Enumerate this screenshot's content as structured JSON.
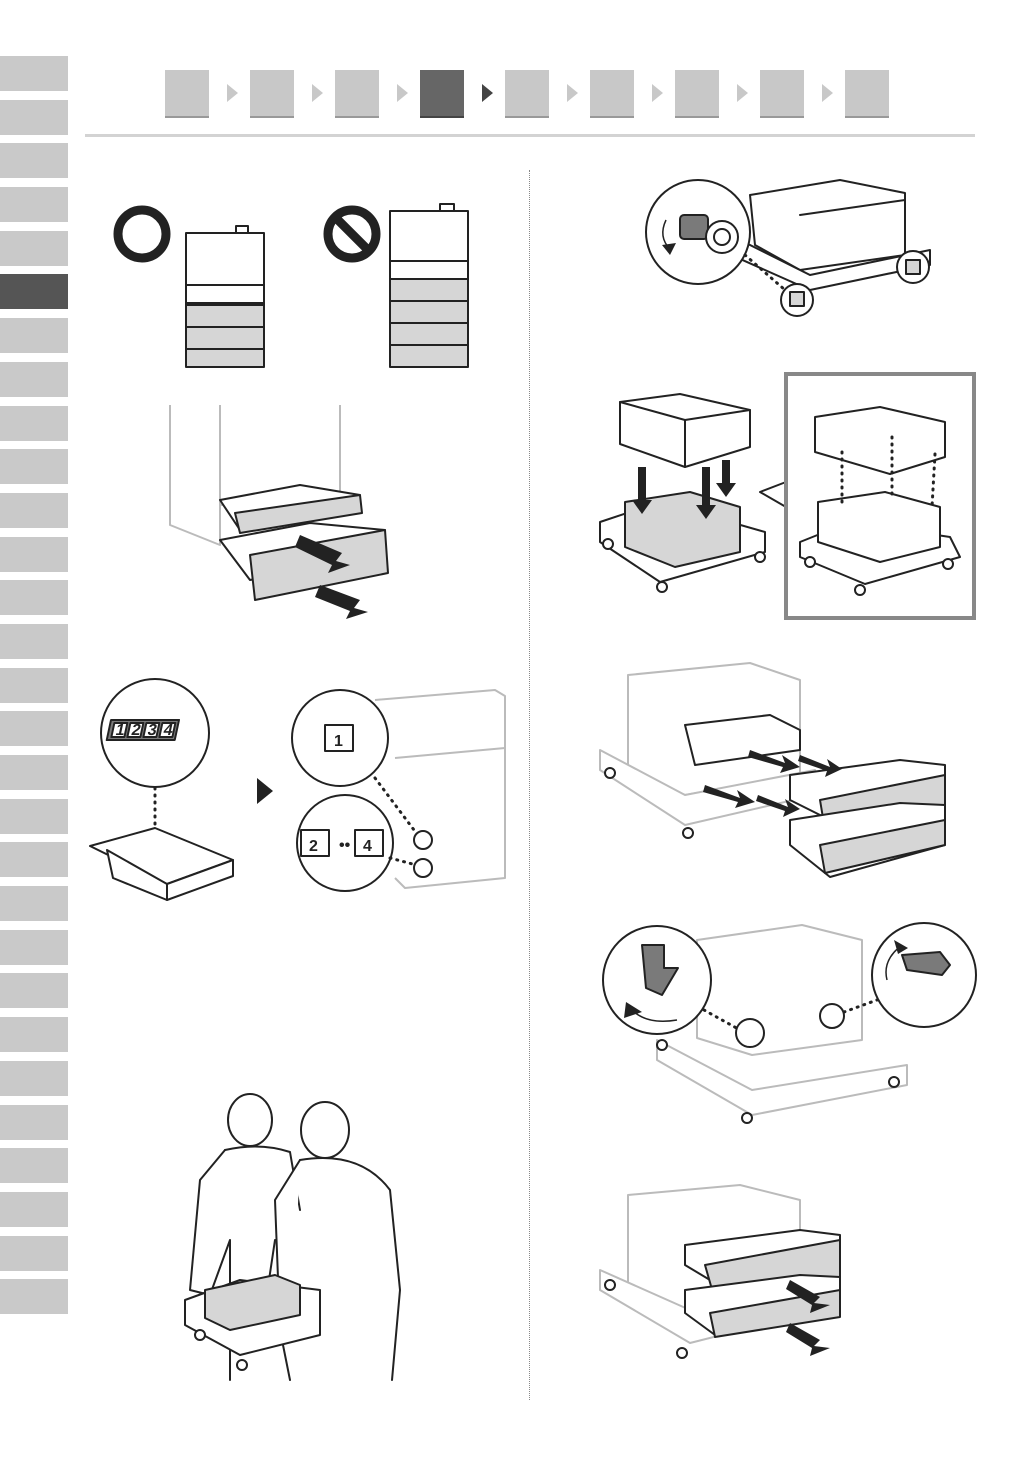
{
  "steps": {
    "count": 9,
    "active_index": 3
  },
  "side_tabs": {
    "count": 29,
    "active_index": 5
  },
  "labels": {
    "tray_digits": [
      "1",
      "2",
      "3",
      "4"
    ],
    "sticker_one": "1",
    "sticker_two": "2",
    "sticker_four": "4"
  },
  "icons": {
    "allowed": "circle-ok-icon",
    "prohibited": "prohibited-icon"
  },
  "colors": {
    "tab_active": "#555555",
    "tab_inactive": "#c9c9c9",
    "step_active": "#666666",
    "step_inactive": "#c8c8c8"
  }
}
